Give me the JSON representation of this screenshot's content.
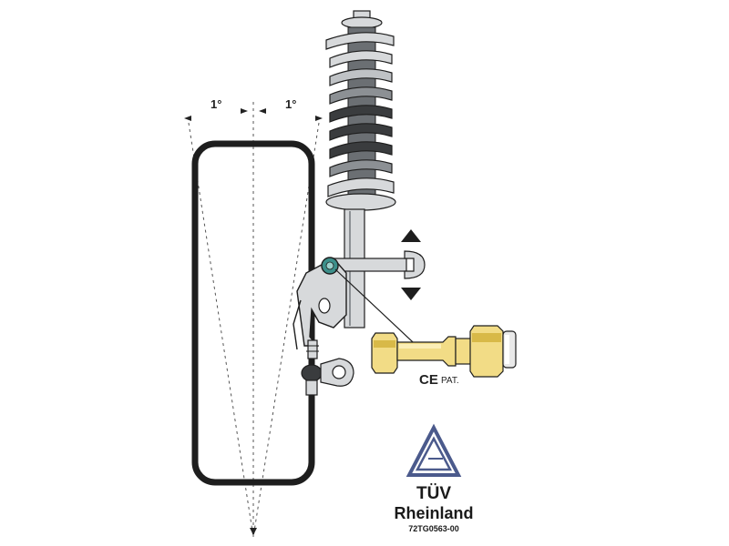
{
  "diagram": {
    "angle_left": "1°",
    "angle_right": "1°",
    "ce_mark": "CE",
    "pat_label": "PAT.",
    "cert_name_line1": "TÜV",
    "cert_name_line2": "Rheinland",
    "cert_code": "72TG0563-00"
  },
  "colors": {
    "bolt_yellow": "#f2dc86",
    "bolt_shade": "#d8b948",
    "metal_light": "#d7d9db",
    "metal_dark": "#6b6f73",
    "spring_dark": "#3a3c3e",
    "outline": "#1e1e1e",
    "bolt_head_teal": "#3c8f8a",
    "tuv_blue": "#4b5a8c"
  },
  "icons": [
    "arrow-up-icon",
    "arrow-down-icon",
    "tuv-logo-icon"
  ]
}
